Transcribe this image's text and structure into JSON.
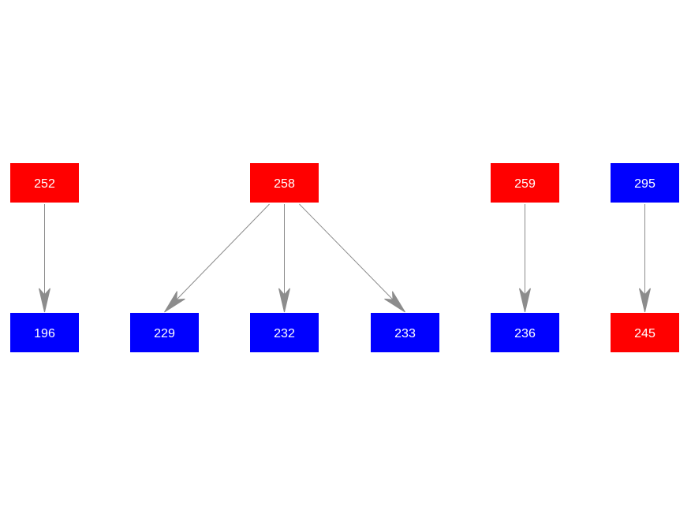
{
  "colors": {
    "red": "#ff0000",
    "blue": "#0000ff",
    "edge": "#8c8c8c",
    "label": "#ffffff",
    "background": "#ffffff"
  },
  "nodes": [
    {
      "id": "252",
      "label": "252",
      "color": "red"
    },
    {
      "id": "258",
      "label": "258",
      "color": "red"
    },
    {
      "id": "259",
      "label": "259",
      "color": "red"
    },
    {
      "id": "295",
      "label": "295",
      "color": "blue"
    },
    {
      "id": "196",
      "label": "196",
      "color": "blue"
    },
    {
      "id": "229",
      "label": "229",
      "color": "blue"
    },
    {
      "id": "232",
      "label": "232",
      "color": "blue"
    },
    {
      "id": "233",
      "label": "233",
      "color": "blue"
    },
    {
      "id": "236",
      "label": "236",
      "color": "blue"
    },
    {
      "id": "245",
      "label": "245",
      "color": "red"
    }
  ],
  "edges": [
    {
      "from": "252",
      "to": "196"
    },
    {
      "from": "258",
      "to": "229"
    },
    {
      "from": "258",
      "to": "232"
    },
    {
      "from": "258",
      "to": "233"
    },
    {
      "from": "259",
      "to": "236"
    },
    {
      "from": "295",
      "to": "245"
    }
  ]
}
